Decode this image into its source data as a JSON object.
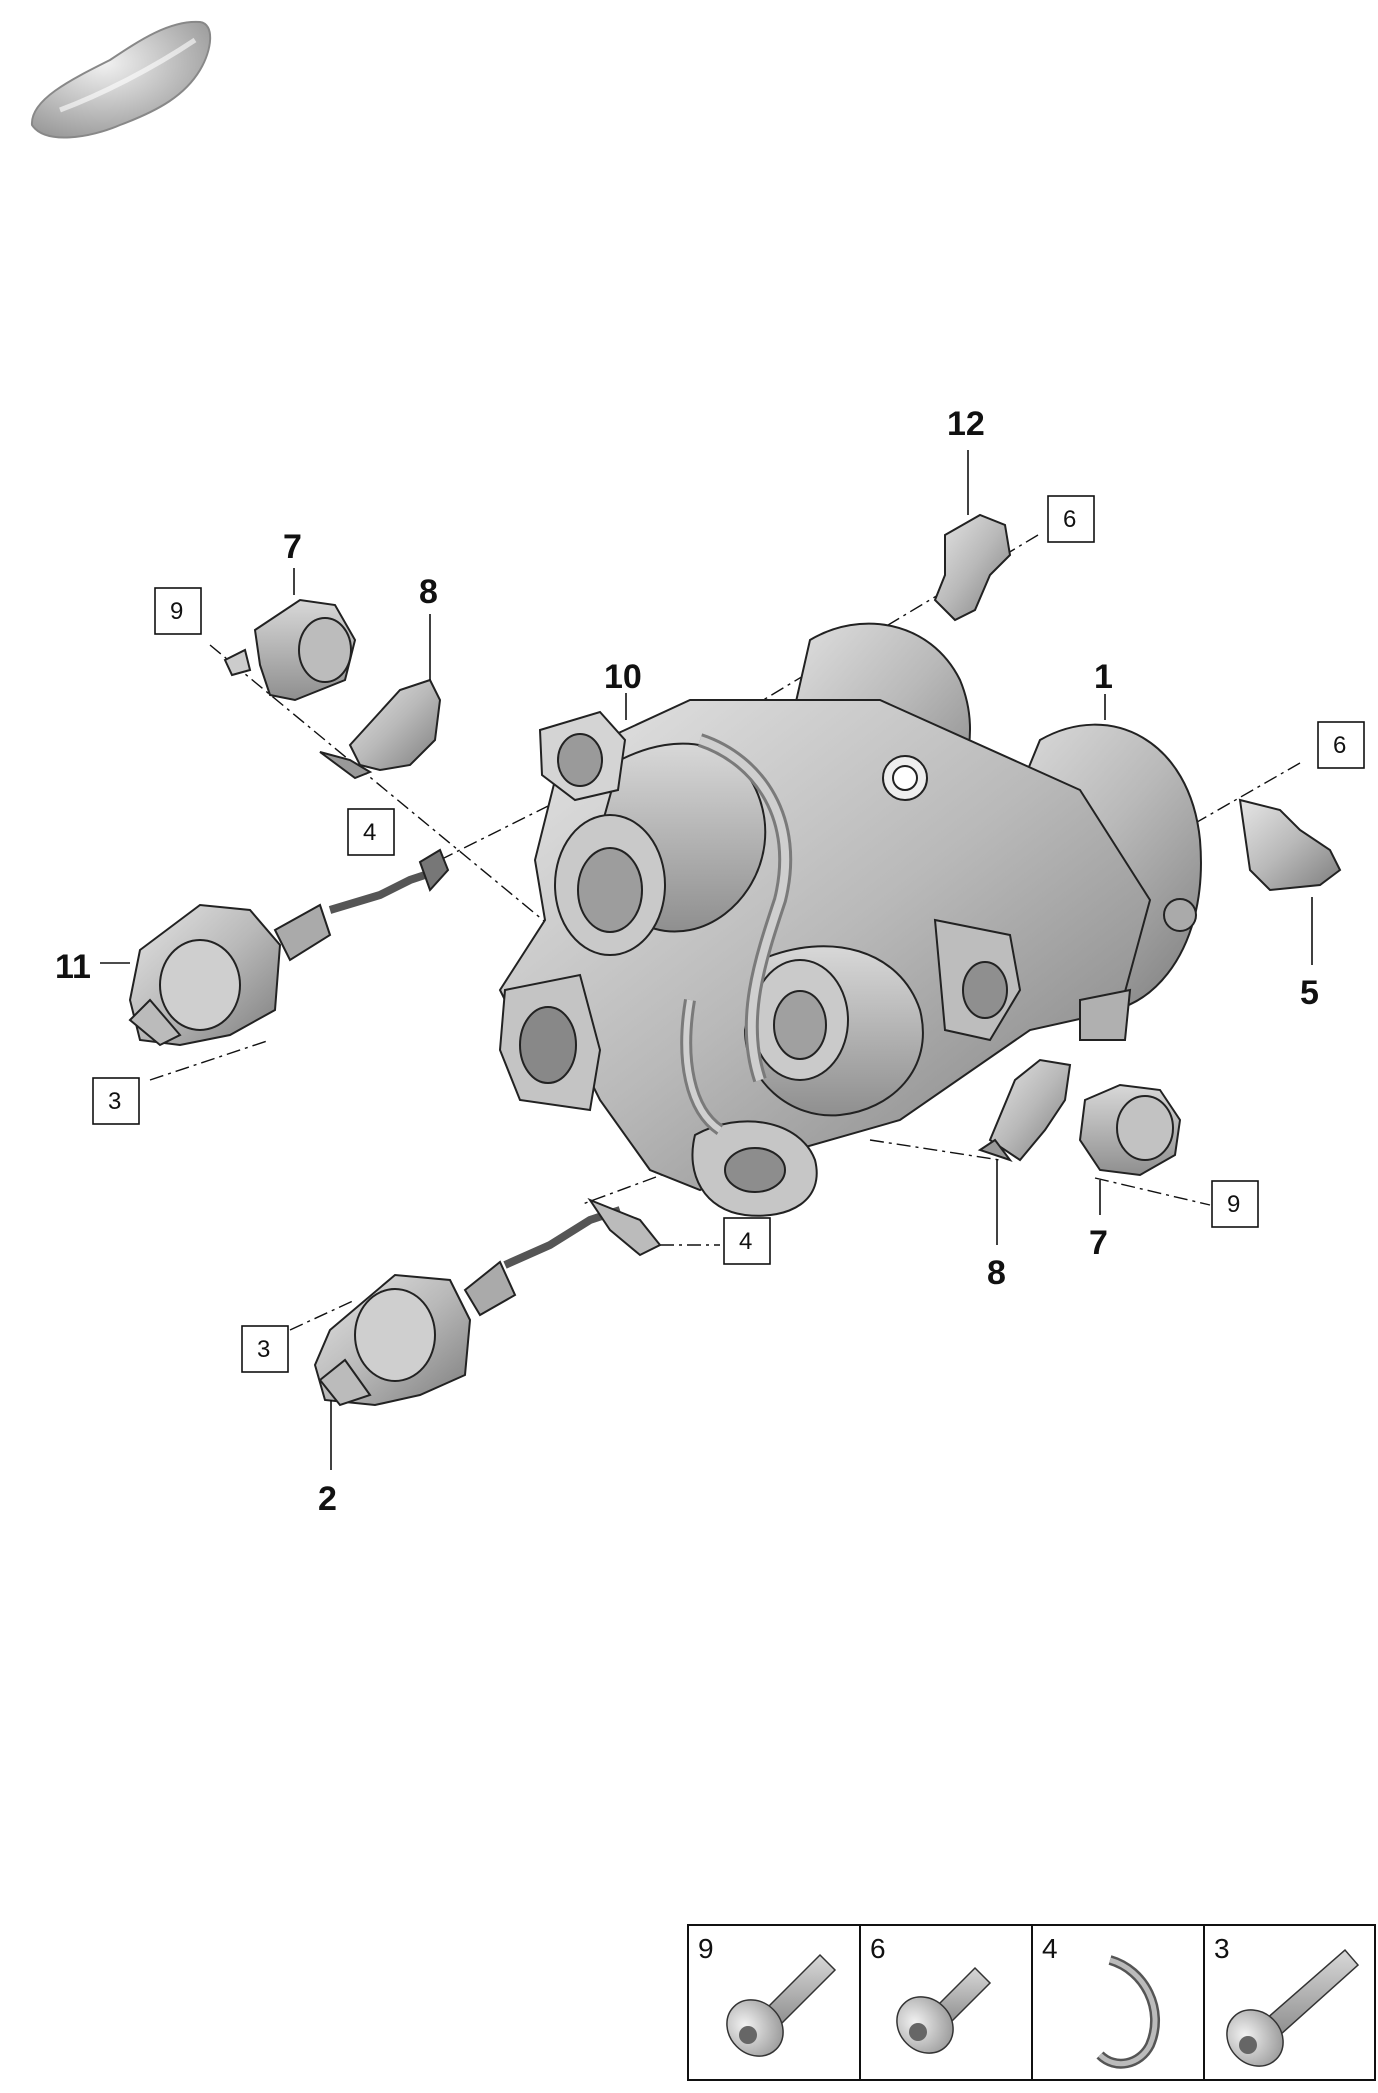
{
  "callouts": {
    "c1": "1",
    "c2": "2",
    "c5": "5",
    "c7a": "7",
    "c7b": "7",
    "c8a": "8",
    "c8b": "8",
    "c10": "10",
    "c11": "11",
    "c12": "12"
  },
  "boxed": {
    "b3a": "3",
    "b3b": "3",
    "b4a": "4",
    "b4b": "4",
    "b6a": "6",
    "b6b": "6",
    "b9a": "9",
    "b9b": "9"
  },
  "legend": [
    {
      "num": "9",
      "icon": "bolt-icon"
    },
    {
      "num": "6",
      "icon": "torx-bolt-icon"
    },
    {
      "num": "4",
      "icon": "retaining-clip-icon"
    },
    {
      "num": "3",
      "icon": "long-bolt-icon"
    }
  ],
  "colors": {
    "part_fill": "#bdbdbd",
    "part_dark": "#8a8a8a",
    "part_light": "#e2e2e2",
    "line": "#111111"
  }
}
